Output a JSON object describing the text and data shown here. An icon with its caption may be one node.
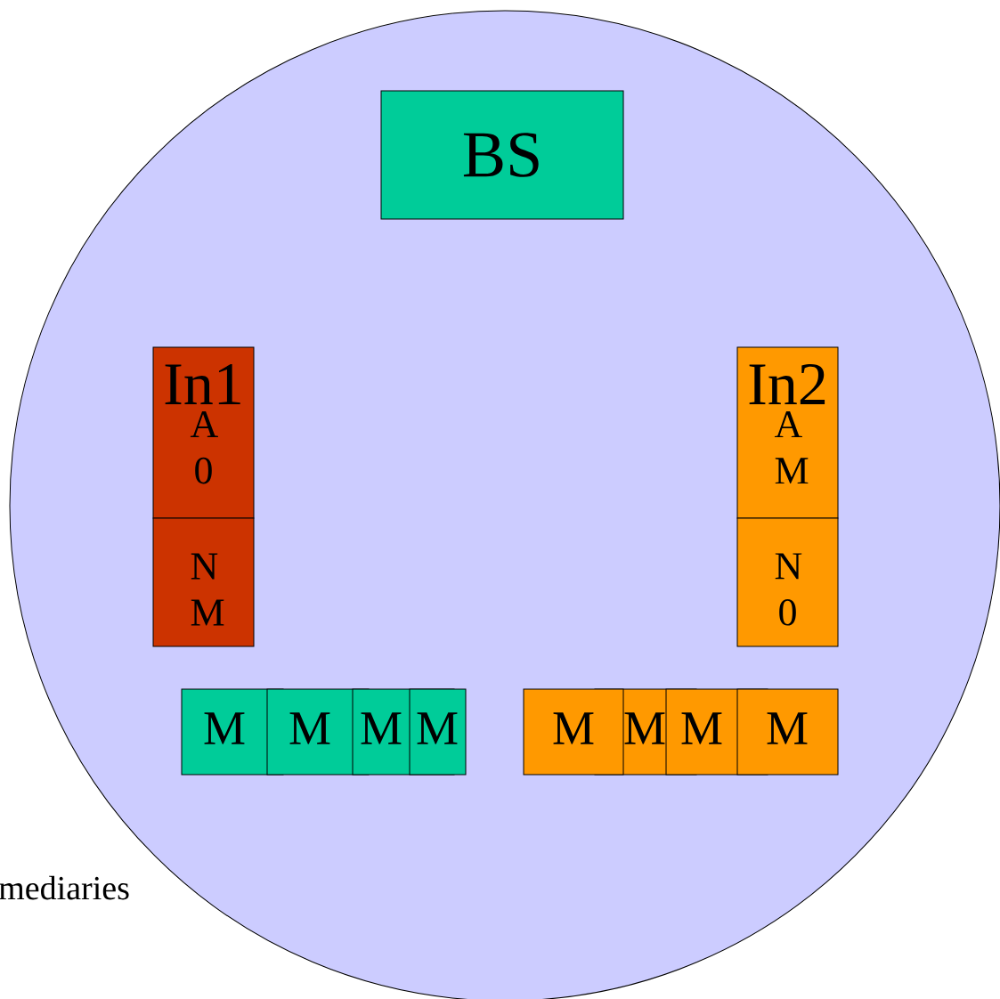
{
  "diagram": {
    "nodes": [
      {
        "text": [],
        "shape": "circle"
      },
      {
        "text": [
          "BS"
        ],
        "in": 0
      },
      {
        "text": [
          "In1",
          "A 0"
        ],
        "in": 0
      },
      {
        "text": [
          "N M"
        ],
        "in": 0
      },
      {
        "text": [
          "In2",
          "A M"
        ],
        "in": 0
      },
      {
        "text": [
          "N 0"
        ],
        "in": 0
      },
      {
        "text": [
          "M"
        ],
        "in": 0
      },
      {
        "text": [
          "M"
        ],
        "in": 0
      },
      {
        "text": [
          "M"
        ],
        "in": 0
      },
      {
        "text": [
          "M"
        ],
        "in": 0
      },
      {
        "text": [
          "M"
        ],
        "in": 0
      },
      {
        "text": [
          "M"
        ],
        "in": 0
      },
      {
        "text": [
          "M"
        ],
        "in": 0
      },
      {
        "text": [
          "M"
        ],
        "in": 0
      }
    ],
    "labels": [
      "mediaries"
    ]
  }
}
